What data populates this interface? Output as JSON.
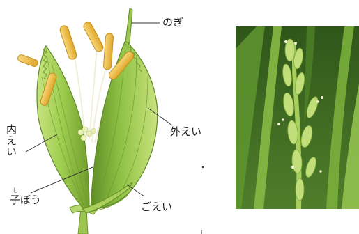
{
  "labels": {
    "awn": "のぎ",
    "outer_hull": "外えい",
    "inner_hull": "内えい",
    "ovary": "子ぼう",
    "ovary_ruby": "し",
    "glume": "ごえい"
  },
  "icons": {
    "flower_diagram": "rice-flower-illustration",
    "photo": "rice-ear-photo"
  },
  "colors": {
    "hull_light": "#a9cf5a",
    "hull_dark": "#6e9c2c",
    "anther": "#f3c24a",
    "filament": "#f6f2df",
    "photo_bg": "#3f6b21",
    "leaf": "#7fb33e"
  }
}
